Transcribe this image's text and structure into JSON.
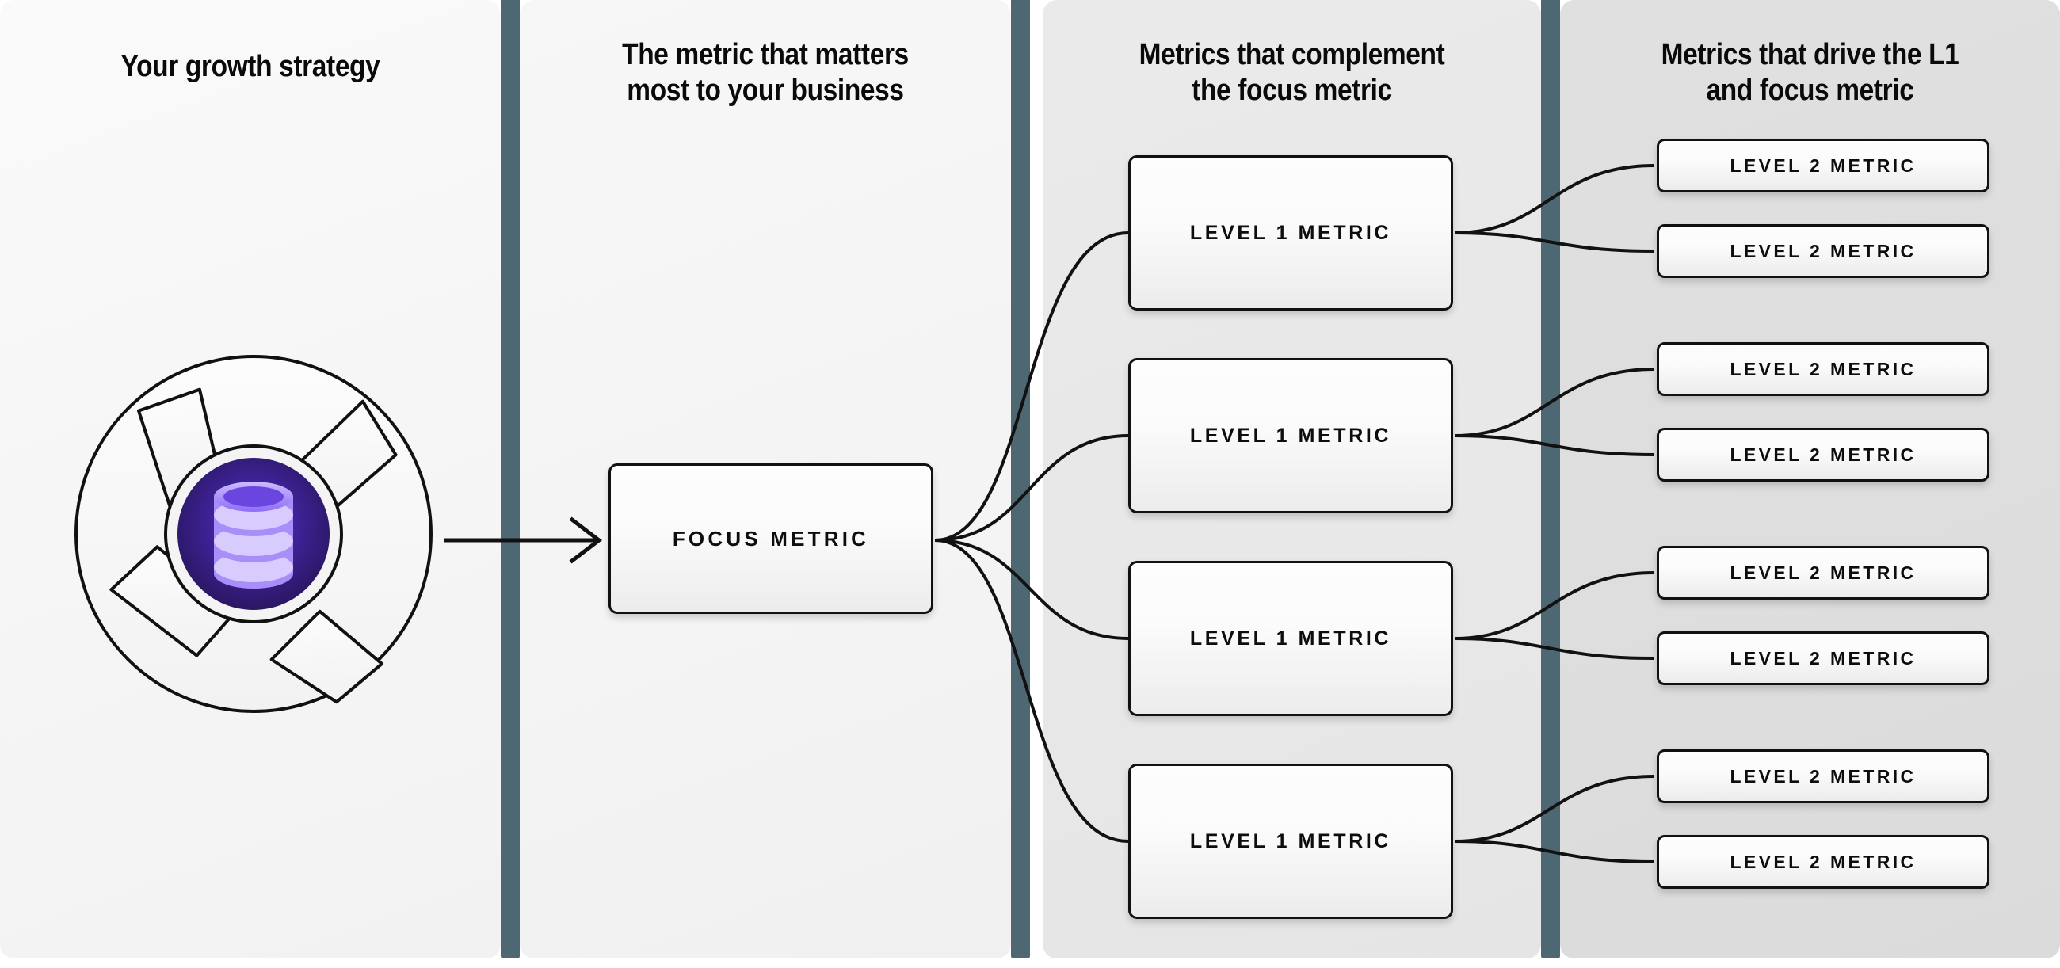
{
  "columns": [
    {
      "id": "growth-strategy",
      "title_lines": [
        "Your growth strategy"
      ]
    },
    {
      "id": "focus-metric",
      "title_lines": [
        "The metric that matters",
        "most to your business"
      ]
    },
    {
      "id": "level-1-metrics",
      "title_lines": [
        "Metrics that complement",
        "the focus metric"
      ]
    },
    {
      "id": "level-2-metrics",
      "title_lines": [
        "Metrics that drive the L1",
        "and focus metric"
      ]
    }
  ],
  "strategy_icon": {
    "name": "aperture-database-icon",
    "center_icon": "database-icon",
    "outer_ring_color": "#111111",
    "blade_fill": "#fafafa",
    "core_color_outer": "#2a1760",
    "core_color_inner": "#4e2bbf",
    "database_color": "#b9a5fb"
  },
  "focus": {
    "label": "FOCUS METRIC"
  },
  "level1": [
    {
      "label": "LEVEL 1 METRIC"
    },
    {
      "label": "LEVEL 1 METRIC"
    },
    {
      "label": "LEVEL 1 METRIC"
    },
    {
      "label": "LEVEL 1 METRIC"
    }
  ],
  "level2": [
    {
      "label": "LEVEL 2 METRIC"
    },
    {
      "label": "LEVEL 2 METRIC"
    },
    {
      "label": "LEVEL 2 METRIC"
    },
    {
      "label": "LEVEL 2 METRIC"
    },
    {
      "label": "LEVEL 2 METRIC"
    },
    {
      "label": "LEVEL 2 METRIC"
    },
    {
      "label": "LEVEL 2 METRIC"
    },
    {
      "label": "LEVEL 2 METRIC"
    }
  ],
  "theme": {
    "separator_color": "#4d6873",
    "panel_1_bg": "#f7f7f7",
    "panel_2_bg": "#f3f3f3",
    "panel_3_bg": "#e8e8e8",
    "panel_4_bg": "#dedede",
    "box_border": "#111111",
    "text_color": "#0a0a0a"
  }
}
